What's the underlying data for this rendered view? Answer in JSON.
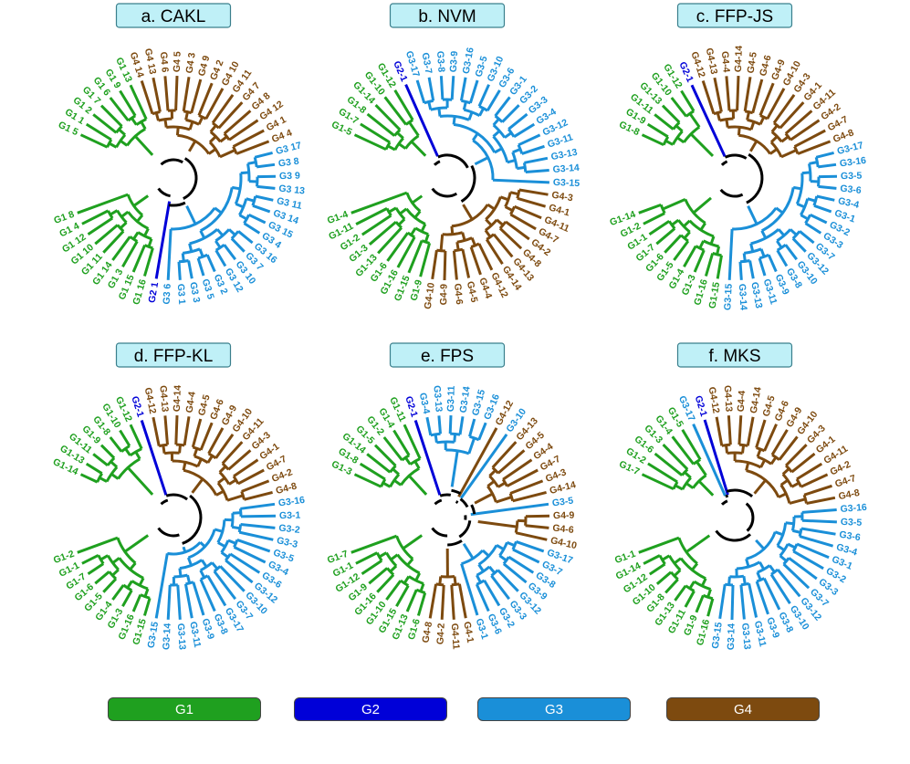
{
  "colors": {
    "G1": "#1fa01f",
    "G2": "#0000d8",
    "G3": "#1a8fd8",
    "G4": "#7d4a0f",
    "root": "#000000"
  },
  "legend": [
    {
      "label": "G1",
      "color": "#1fa01f"
    },
    {
      "label": "G2",
      "color": "#0000d8"
    },
    {
      "label": "G3",
      "color": "#1a8fd8"
    },
    {
      "label": "G4",
      "color": "#7d4a0f"
    }
  ],
  "panels": [
    {
      "title": "a. CAKL",
      "leaves": [
        "G1 5",
        "G1 1",
        "G1 2",
        "G1 7",
        "G1 6",
        "G1 9",
        "G1 13",
        "G4 14",
        "G4 13",
        "G4 6",
        "G4 5",
        "G4 3",
        "G4 9",
        "G4 2",
        "G4 10",
        "G4 11",
        "G4 7",
        "G4 8",
        "G4 12",
        "G4 1",
        "G4 4",
        "G3 17",
        "G3 8",
        "G3 9",
        "G3 13",
        "G3 11",
        "G3 14",
        "G3 15",
        "G3 4",
        "G3 16",
        "G3 7",
        "G3 10",
        "G3 12",
        "G3 2",
        "G3 5",
        "G3 3",
        "G3 1",
        "G3 6",
        "G2 1",
        "G1 16",
        "G1 15",
        "G1 3",
        "G1 14",
        "G1 11",
        "G1 10",
        "G1 12",
        "G1 4",
        "G1 8"
      ]
    },
    {
      "title": "b. NVM",
      "leaves": [
        "G1-5",
        "G1-7",
        "G1-8",
        "G1-14",
        "G1-10",
        "G1-12",
        "G2-1",
        "G3-17",
        "G3-7",
        "G3-8",
        "G3-9",
        "G3-16",
        "G3-5",
        "G3-10",
        "G3-6",
        "G3-1",
        "G3-2",
        "G3-3",
        "G3-4",
        "G3-12",
        "G3-11",
        "G3-13",
        "G3-14",
        "G3-15",
        "G4-3",
        "G4-1",
        "G4-11",
        "G4-7",
        "G4-2",
        "G4-8",
        "G4-13",
        "G4-14",
        "G4-12",
        "G4-4",
        "G4-5",
        "G4-6",
        "G4-9",
        "G4-10",
        "G1-9",
        "G1-15",
        "G1-16",
        "G1-6",
        "G1-13",
        "G1-3",
        "G1-2",
        "G1-11",
        "G1-4"
      ]
    },
    {
      "title": "c. FFP-JS",
      "leaves": [
        "G1-8",
        "G1-9",
        "G1-11",
        "G1-13",
        "G1-10",
        "G1-12",
        "G2-1",
        "G4-12",
        "G4-13",
        "G4-4",
        "G4-14",
        "G4-5",
        "G4-6",
        "G4-9",
        "G4-10",
        "G4-3",
        "G4-1",
        "G4-11",
        "G4-2",
        "G4-7",
        "G4-8",
        "G3-17",
        "G3-16",
        "G3-5",
        "G3-6",
        "G3-4",
        "G3-1",
        "G3-2",
        "G3-3",
        "G3-7",
        "G3-12",
        "G3-10",
        "G3-8",
        "G3-9",
        "G3-11",
        "G3-13",
        "G3-14",
        "G3-15",
        "G1-15",
        "G1-16",
        "G1-3",
        "G1-4",
        "G1-5",
        "G1-6",
        "G1-7",
        "G1-1",
        "G1-2",
        "G1-14"
      ]
    },
    {
      "title": "d. FFP-KL",
      "leaves": [
        "G1-14",
        "G1-13",
        "G1-11",
        "G1-9",
        "G1-8",
        "G1-10",
        "G1-12",
        "G2-1",
        "G4-12",
        "G4-13",
        "G4-14",
        "G4-4",
        "G4-5",
        "G4-6",
        "G4-9",
        "G4-10",
        "G4-11",
        "G4-3",
        "G4-1",
        "G4-7",
        "G4-2",
        "G4-8",
        "G3-16",
        "G3-1",
        "G3-2",
        "G3-3",
        "G3-5",
        "G3-4",
        "G3-6",
        "G3-12",
        "G3-10",
        "G3-7",
        "G3-17",
        "G3-8",
        "G3-9",
        "G3-11",
        "G3-13",
        "G3-14",
        "G3-15",
        "G1-15",
        "G1-16",
        "G1-3",
        "G1-4",
        "G1-5",
        "G1-6",
        "G1-7",
        "G1-1",
        "G1-2"
      ]
    },
    {
      "title": "e. FPS",
      "leaves": [
        "G1-3",
        "G1-8",
        "G1-14",
        "G1-5",
        "G1-2",
        "G1-4",
        "G1-11",
        "G2-1",
        "G3-4",
        "G3-13",
        "G3-11",
        "G3-14",
        "G3-15",
        "G3-16",
        "G4-12",
        "G3-10",
        "G4-13",
        "G4-5",
        "G4-4",
        "G4-7",
        "G4-3",
        "G4-14",
        "G3-5",
        "G4-9",
        "G4-6",
        "G4-10",
        "G3-17",
        "G3-7",
        "G3-8",
        "G3-9",
        "G3-12",
        "G3-3",
        "G3-2",
        "G3-6",
        "G3-1",
        "G4-1",
        "G4-11",
        "G4-2",
        "G4-8",
        "G1-6",
        "G1-13",
        "G1-15",
        "G1-10",
        "G1-16",
        "G1-9",
        "G1-12",
        "G1-1",
        "G1-7"
      ]
    },
    {
      "title": "f. MKS",
      "leaves": [
        "G1-7",
        "G1-2",
        "G1-6",
        "G1-3",
        "G1-4",
        "G1-5",
        "G3-17",
        "G2-1",
        "G4-12",
        "G4-13",
        "G4-4",
        "G4-14",
        "G4-5",
        "G4-6",
        "G4-9",
        "G4-10",
        "G4-3",
        "G4-1",
        "G4-11",
        "G4-2",
        "G4-7",
        "G4-8",
        "G3-16",
        "G3-5",
        "G3-6",
        "G3-4",
        "G3-1",
        "G3-2",
        "G3-3",
        "G3-7",
        "G3-12",
        "G3-10",
        "G3-8",
        "G3-9",
        "G3-11",
        "G3-13",
        "G3-14",
        "G3-15",
        "G1-16",
        "G1-9",
        "G1-11",
        "G1-13",
        "G1-8",
        "G1-10",
        "G1-12",
        "G1-14",
        "G1-1"
      ]
    }
  ]
}
